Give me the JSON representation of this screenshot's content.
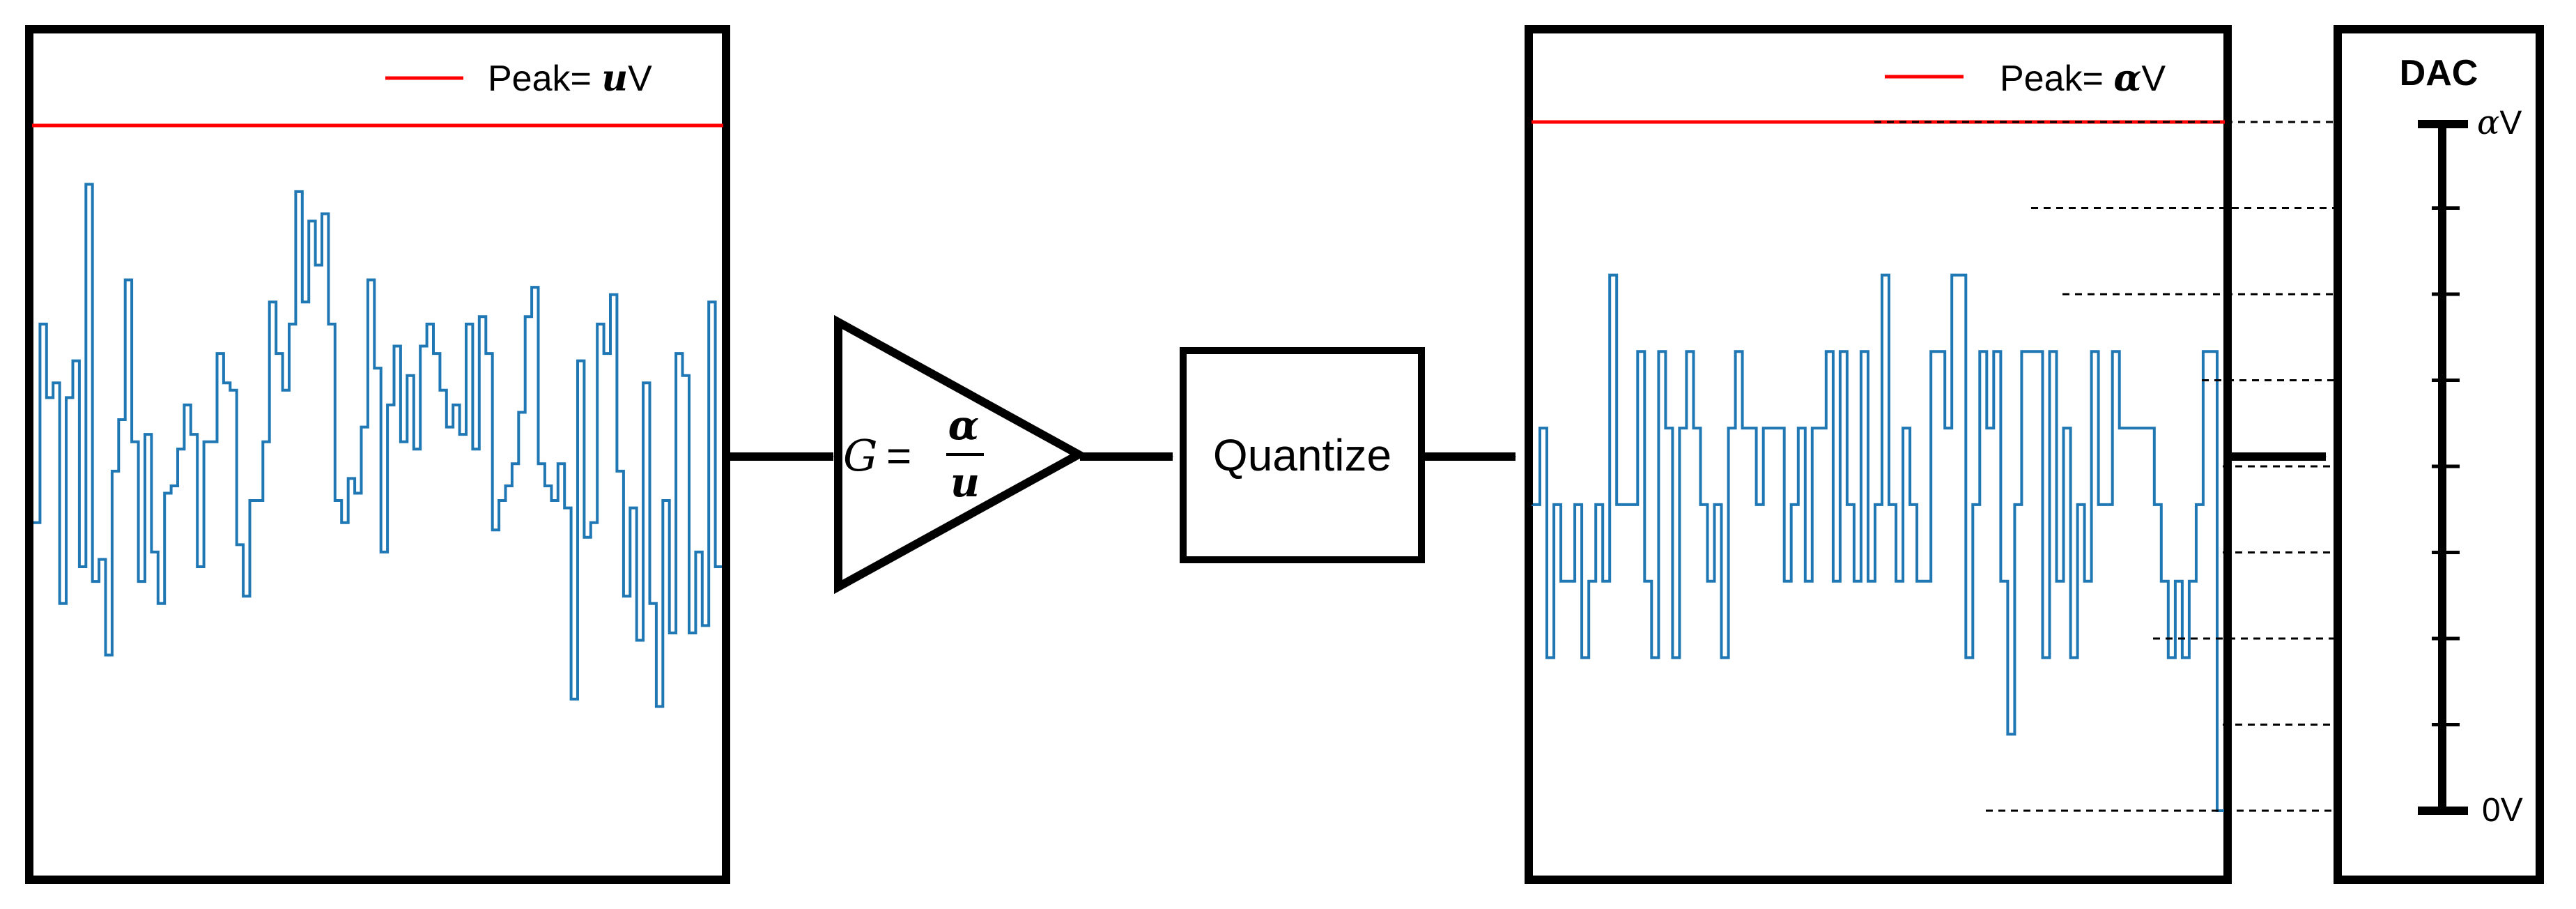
{
  "left_panel": {
    "legend_prefix": "Peak= ",
    "legend_var": "u",
    "legend_unit": "V",
    "peak_color": "#ff0000",
    "signal_color": "#1f77b4",
    "signal": [
      0.46,
      0.73,
      0.63,
      0.65,
      0.35,
      0.63,
      0.68,
      0.4,
      0.92,
      0.38,
      0.41,
      0.28,
      0.53,
      0.6,
      0.79,
      0.57,
      0.38,
      0.58,
      0.42,
      0.35,
      0.5,
      0.51,
      0.56,
      0.62,
      0.58,
      0.4,
      0.57,
      0.57,
      0.69,
      0.65,
      0.64,
      0.43,
      0.36,
      0.49,
      0.49,
      0.57,
      0.76,
      0.69,
      0.64,
      0.73,
      0.91,
      0.76,
      0.87,
      0.81,
      0.88,
      0.73,
      0.49,
      0.46,
      0.52,
      0.5,
      0.59,
      0.79,
      0.67,
      0.42,
      0.62,
      0.7,
      0.57,
      0.66,
      0.56,
      0.7,
      0.73,
      0.69,
      0.64,
      0.59,
      0.62,
      0.58,
      0.73,
      0.56,
      0.74,
      0.69,
      0.45,
      0.49,
      0.51,
      0.54,
      0.61,
      0.74,
      0.78,
      0.54,
      0.51,
      0.49,
      0.54,
      0.48,
      0.22,
      0.68,
      0.44,
      0.46,
      0.73,
      0.69,
      0.77,
      0.53,
      0.36,
      0.48,
      0.3,
      0.65,
      0.35,
      0.21,
      0.49,
      0.31,
      0.69,
      0.66,
      0.31,
      0.42,
      0.32,
      0.76,
      0.4
    ]
  },
  "amplifier": {
    "gain_var": "G",
    "numerator": "α",
    "denominator": "u"
  },
  "quantize": {
    "label": "Quantize"
  },
  "right_panel": {
    "legend_prefix": "Peak= ",
    "legend_var": "α",
    "legend_unit": "V",
    "peak_color": "#ff0000",
    "signal_color": "#1f77b4",
    "levels": 10,
    "signal": [
      4,
      5,
      2,
      4,
      3,
      3,
      4,
      2,
      3,
      4,
      3,
      7,
      4,
      4,
      4,
      6,
      3,
      2,
      6,
      5,
      2,
      5,
      6,
      5,
      4,
      3,
      4,
      2,
      5,
      6,
      5,
      5,
      4,
      5,
      5,
      5,
      3,
      4,
      5,
      3,
      5,
      5,
      6,
      3,
      6,
      4,
      3,
      6,
      3,
      4,
      7,
      4,
      3,
      5,
      4,
      3,
      3,
      6,
      6,
      5,
      7,
      7,
      2,
      4,
      6,
      5,
      6,
      3,
      1,
      4,
      6,
      6,
      6,
      2,
      6,
      3,
      5,
      2,
      4,
      3,
      6,
      4,
      4,
      6,
      5,
      5,
      5,
      5,
      5,
      4,
      3,
      2,
      3,
      2,
      3,
      4,
      6,
      6,
      0
    ]
  },
  "dac": {
    "title": "DAC",
    "top_var": "α",
    "top_unit": "V",
    "bottom_label": "0V",
    "level_count": 9
  }
}
